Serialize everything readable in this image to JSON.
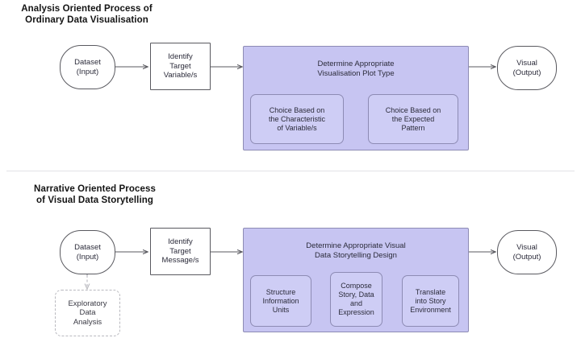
{
  "diagram": {
    "title_top": "Analysis Oriented Process of\nOrdinary Data Visualisation",
    "title_bottom": "Narrative Oriented Process\nof Visual Data Storytelling",
    "accent_purple": "#c7c5f2",
    "accent_purple_inner": "#cecdf5",
    "stroke": "#59595f",
    "divider_color": "#e2e2e6"
  },
  "top_process": {
    "dataset": "Dataset\n(Input)",
    "identify": "Identify\nTarget\nVariable/s",
    "group_label": "Determine Appropriate\nVisualisation Plot Type",
    "sub_left": "Choice Based on\nthe Characteristic\nof Variable/s",
    "sub_right": "Choice Based on\nthe Expected\nPattern",
    "output": "Visual\n(Output)"
  },
  "bottom_process": {
    "dataset": "Dataset\n(Input)",
    "identify": "Identify\nTarget\nMessage/s",
    "eda": "Exploratory\nData\nAnalysis",
    "group_label": "Determine Appropriate Visual\nData Storytelling Design",
    "sub_one": "Structure\nInformation\nUnits",
    "sub_two": "Compose\nStory, Data\nand\nExpression",
    "sub_three": "Translate\ninto Story\nEnvironment",
    "output": "Visual\n(Output)"
  }
}
